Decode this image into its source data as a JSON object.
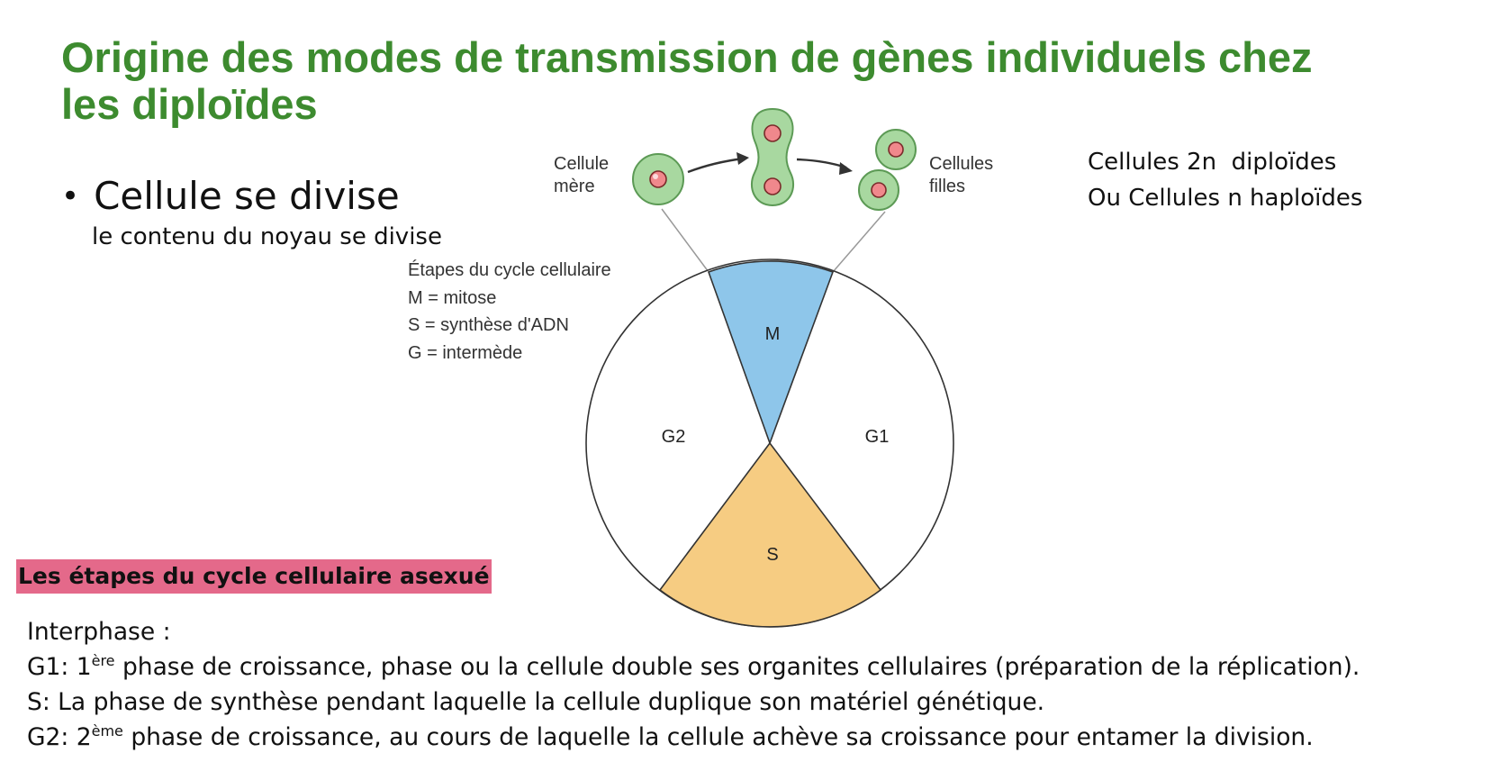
{
  "title": {
    "line1": "Origine des modes de transmission de gènes individuels chez",
    "line2": "les diploïdes"
  },
  "bullet": {
    "symbol": "•",
    "text": "Cellule se divise",
    "sub": "le contenu du noyau se divise"
  },
  "right_note": {
    "line1": "Cellules 2n  diploïdes",
    "line2": "Ou Cellules n haploïdes"
  },
  "diagram": {
    "mother_label_1": "Cellule",
    "mother_label_2": "mère",
    "daughter_label_1": "Cellules",
    "daughter_label_2": "filles",
    "legend_title": "Étapes du cycle cellulaire",
    "legend_m": "M = mitose",
    "legend_s": "S  = synthèse d'ADN",
    "legend_g": "G = intermède",
    "phase_m": "M",
    "phase_g1": "G1",
    "phase_g2": "G2",
    "phase_s": "S",
    "colors": {
      "m_wedge": "#8ec6ea",
      "s_wedge": "#f6cc82",
      "cell_fill": "#a8d8a0",
      "cell_stroke": "#5c9a55",
      "nucleus_fill": "#f0888c"
    }
  },
  "highlight": {
    "text": "Les étapes du cycle cellulaire asexué",
    "color": "#e4698a"
  },
  "body": {
    "interphase": "Interphase :",
    "g1_prefix": "G1: 1",
    "g1_sup": "ère",
    "g1_text": " phase de croissance, phase ou la cellule double ses organites cellulaires (préparation de la réplication).",
    "s_text": "S: La phase de synthèse pendant laquelle la cellule duplique son matériel génétique.",
    "g2_prefix": "G2: 2",
    "g2_sup": "ème",
    "g2_text": " phase de croissance, au cours de laquelle la  cellule achève sa croissance pour entamer la division."
  }
}
